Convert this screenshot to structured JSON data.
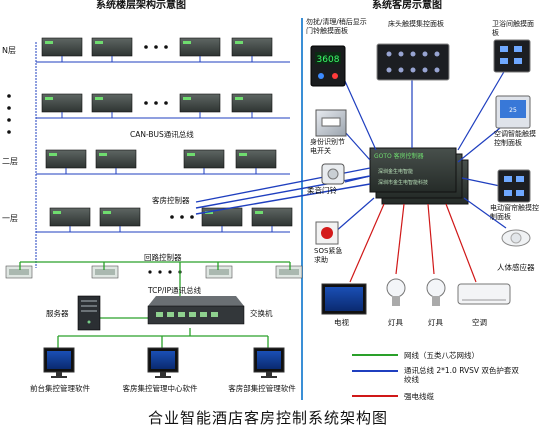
{
  "left_title": "系统楼层架构示意图",
  "right_title": "系统客房示意图",
  "floors": [
    "N层",
    "二层",
    "一层"
  ],
  "bus_label": "CAN-BUS通讯总线",
  "room_controller_label": "客房控制器",
  "loop_controller_label": "回路控制器",
  "tcpip_label": "TCP/IP通讯总线",
  "server_label": "服务器",
  "switch_label": "交换机",
  "software": [
    "前台集控管理软件",
    "客房集控管理中心软件",
    "客房部集控管理软件"
  ],
  "devices": {
    "dnd_panel": "勿扰/清理/稍后显示门铃触摸面板",
    "dnd_display": "3608",
    "bedhead_panel": "床头触摸集控面板",
    "bathroom_panel": "卫浴间触摸面板",
    "card_switch": "身份识别节电开关",
    "ac_panel": "空调智能触摸控制面板",
    "doorbell": "柔音门铃",
    "curtain_panel": "电动窗帘触摸控制面板",
    "sos": "SOS紧急求助",
    "sensor": "人体感应器",
    "tv": "电视",
    "lamp1": "灯具",
    "lamp2": "灯具",
    "aircon": "空调",
    "controller_text_1": "GOTO 客房控制器",
    "controller_text_2": "深圳市金生电智能科技有限公司"
  },
  "legend": {
    "green": "网线（五类八芯网线）",
    "blue": "通讯总线 2*1.0 RVSV 双色护套双绞线",
    "red": "强电线缆"
  },
  "colors": {
    "network": "#2aa02a",
    "bus": "#1f3fbf",
    "power": "#d01818",
    "divider": "#3a8fd6"
  },
  "footer_title": "合业智能酒店客房控制系统架构图"
}
